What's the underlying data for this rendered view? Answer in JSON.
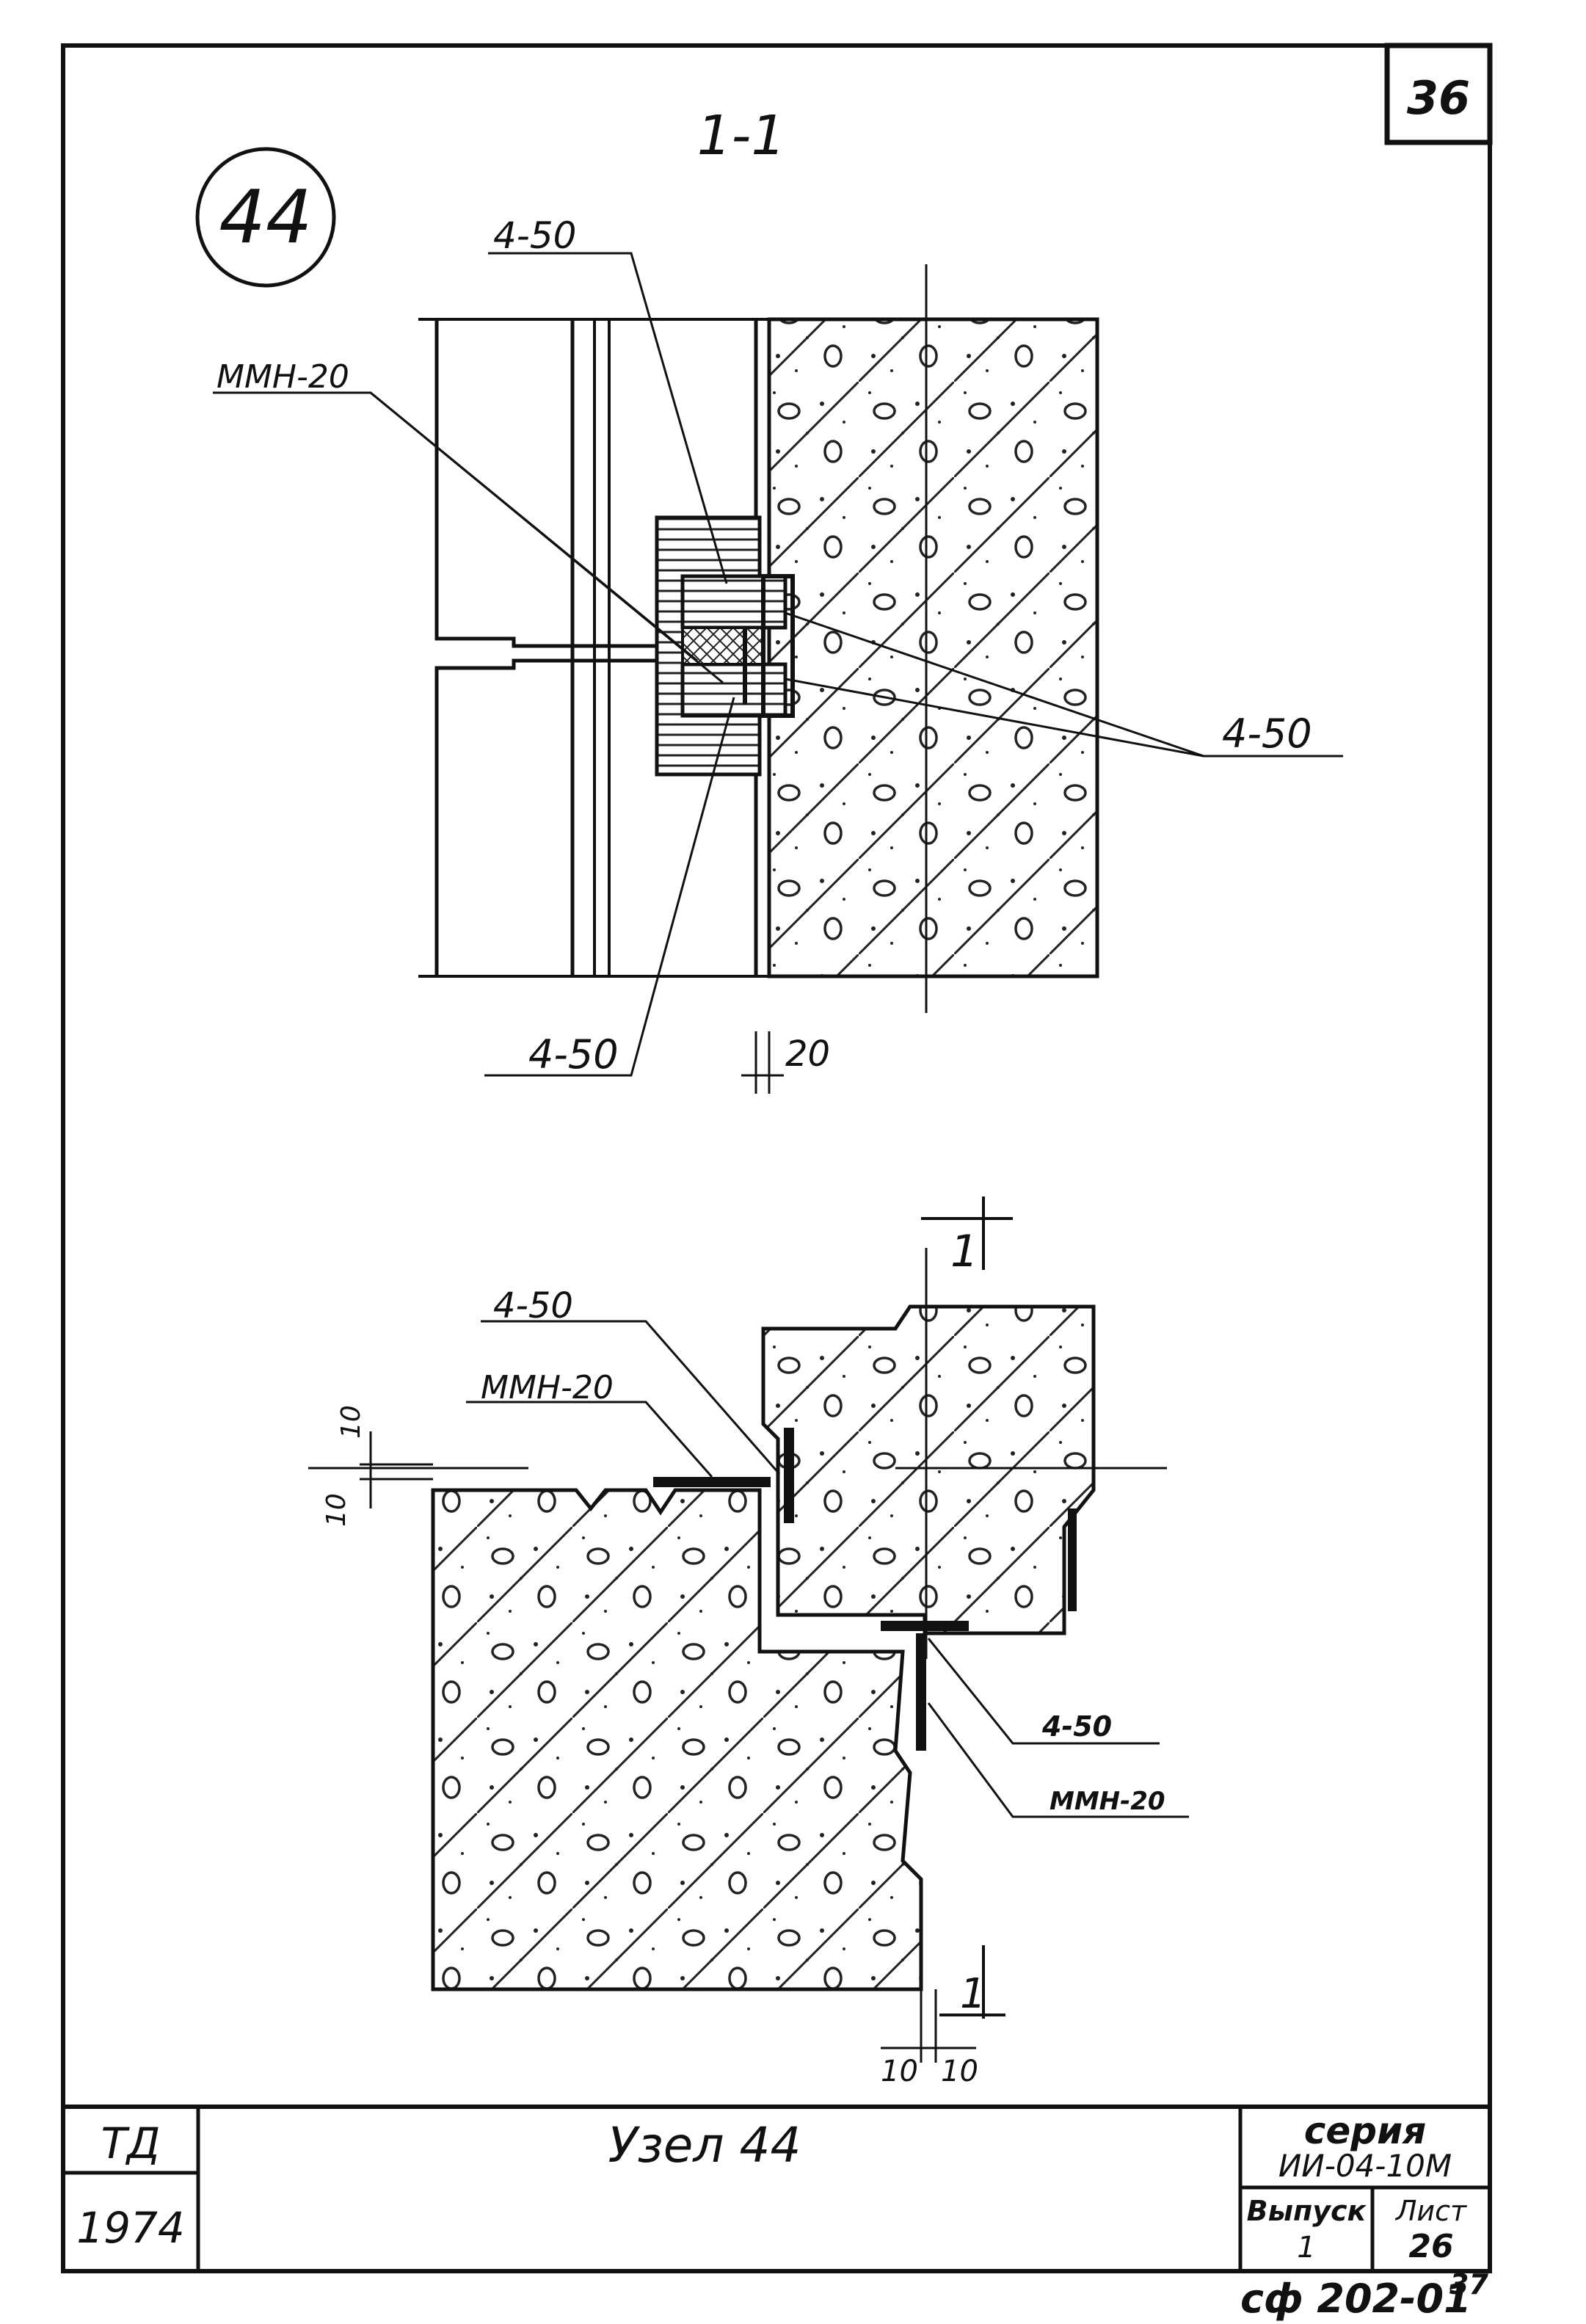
{
  "sheet": {
    "page_number": "36",
    "node_number": "44",
    "footer_code": "сф 202-01",
    "footer_index": "37"
  },
  "section": {
    "label": "1-1",
    "callouts": {
      "top_4_50": "4-50",
      "mmn_20": "ММН-20",
      "right_4_50": "4-50",
      "bottom_4_50": "4-50"
    },
    "dimension": "20"
  },
  "plan": {
    "cut_mark": "1",
    "callouts": {
      "top_4_50": "4-50",
      "top_mmn_20": "ММН-20",
      "right_4_50": "4-50",
      "right_mmn_20": "ММН-20"
    },
    "dim_left_a": "10",
    "dim_left_b": "10",
    "dim_bottom_a": "10",
    "dim_bottom_b": "10",
    "bottom_cut_mark": "1"
  },
  "title_block": {
    "org": "ТД",
    "year": "1974",
    "title": "Узел 44",
    "series_label": "серия",
    "series_value": "ИИ-04-10М",
    "issue_label": "Выпуск",
    "issue_value": "1",
    "sheet_label": "Лист",
    "sheet_value": "26"
  }
}
